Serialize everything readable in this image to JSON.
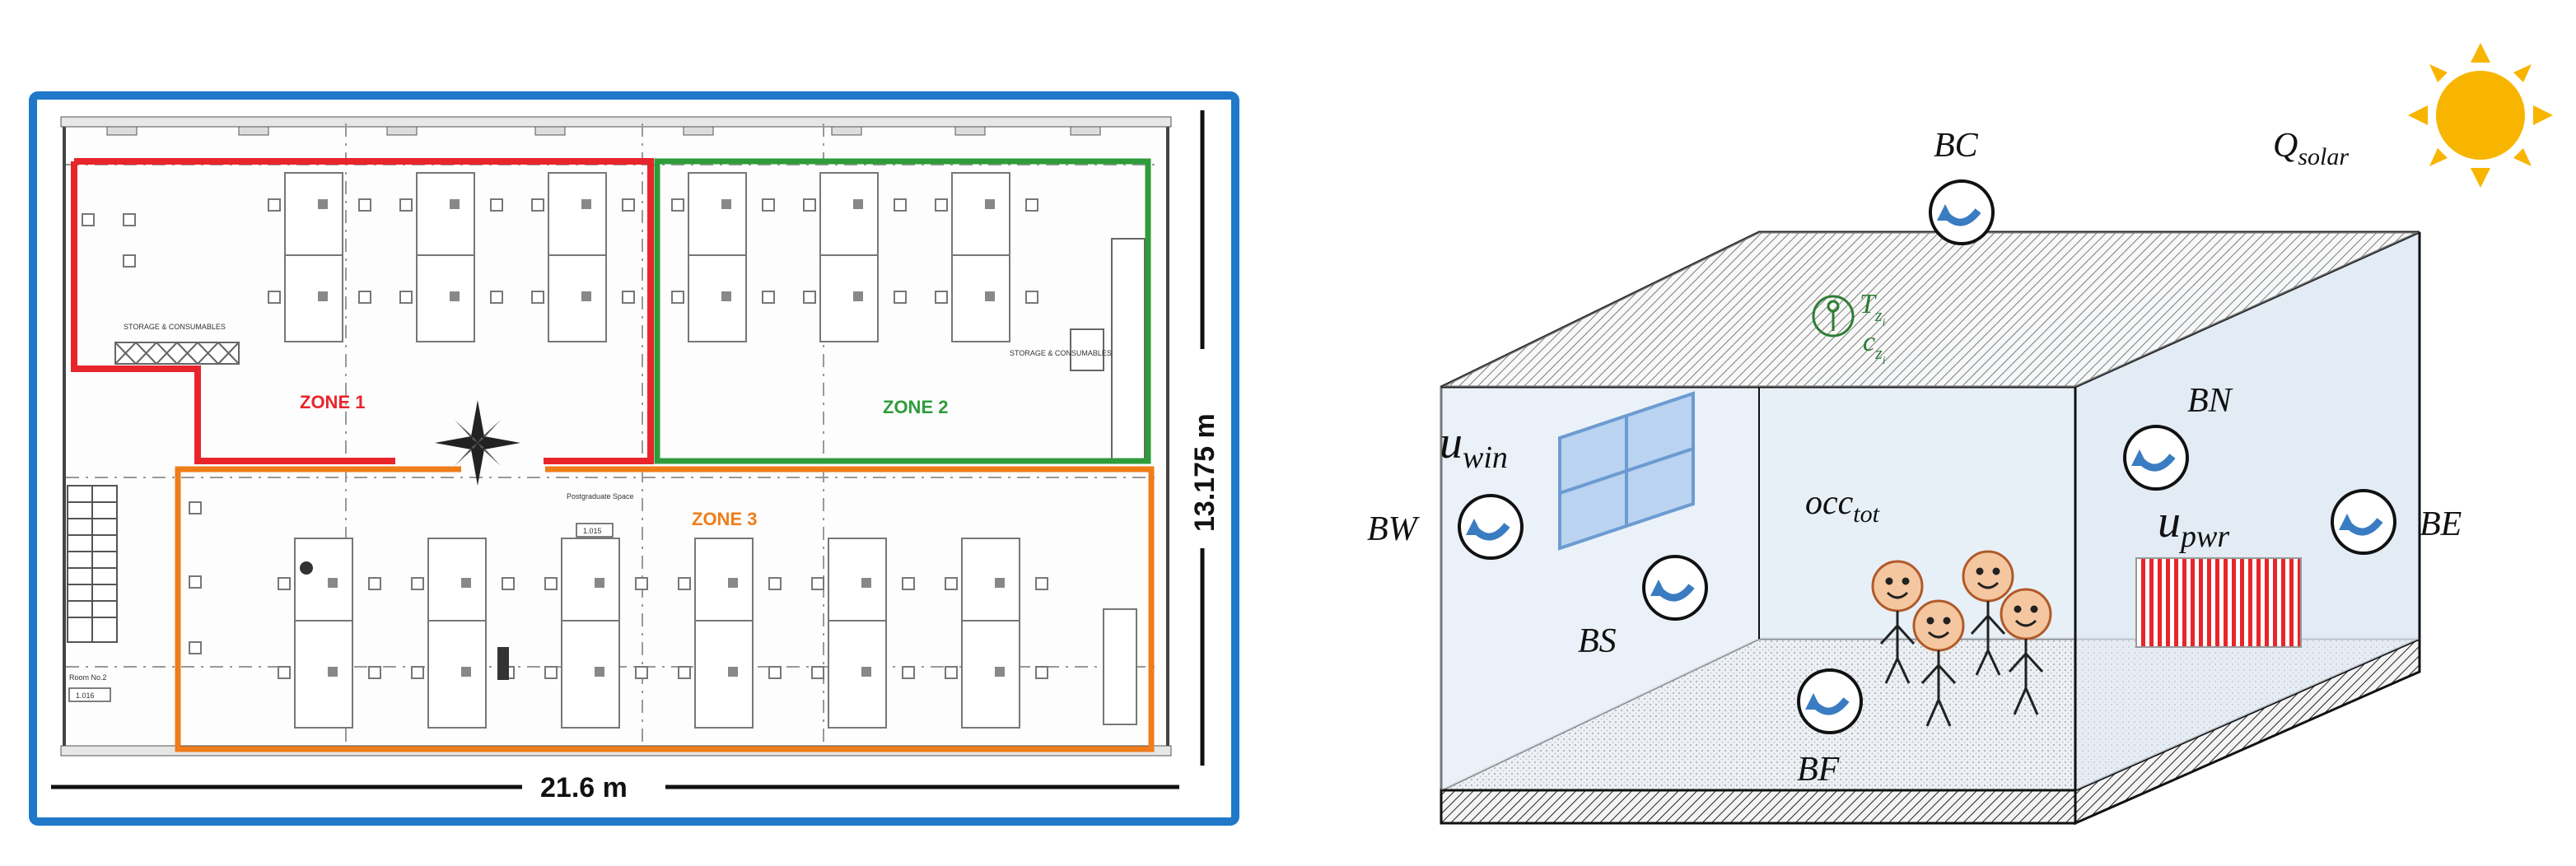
{
  "floor_plan": {
    "zones": [
      {
        "label": "ZONE 1",
        "color": "#e8252b"
      },
      {
        "label": "ZONE 2",
        "color": "#2e9c3a"
      },
      {
        "label": "ZONE 3",
        "color": "#ef7d1a"
      }
    ],
    "width_label": "21.6 m",
    "height_label": "13.175 m",
    "frame_color": "#1f78c8",
    "small_text": {
      "storage_left": "STORAGE & CONSUMABLES",
      "storage_right": "STORAGE & CONSUMABLES",
      "postgrad": "Postgraduate Space",
      "room_code": "1.015",
      "room_left": "Room No.2",
      "room_left_code": "1.016"
    }
  },
  "model": {
    "solar_label": "Q",
    "solar_sub": "solar",
    "boundaries": {
      "ceiling": "BC",
      "north": "BN",
      "west": "BW",
      "east": "BE",
      "south": "BS",
      "floor": "BF"
    },
    "window_label": "u",
    "window_sub": "win",
    "power_label": "u",
    "power_sub": "pwr",
    "occupancy_label": "occ",
    "occupancy_sub": "tot",
    "sensor_t": "T",
    "sensor_c": "c",
    "sensor_sub": "z",
    "sensor_subsub": "i",
    "sun_color": "#f7b500",
    "heater_color": "#e8252b"
  }
}
